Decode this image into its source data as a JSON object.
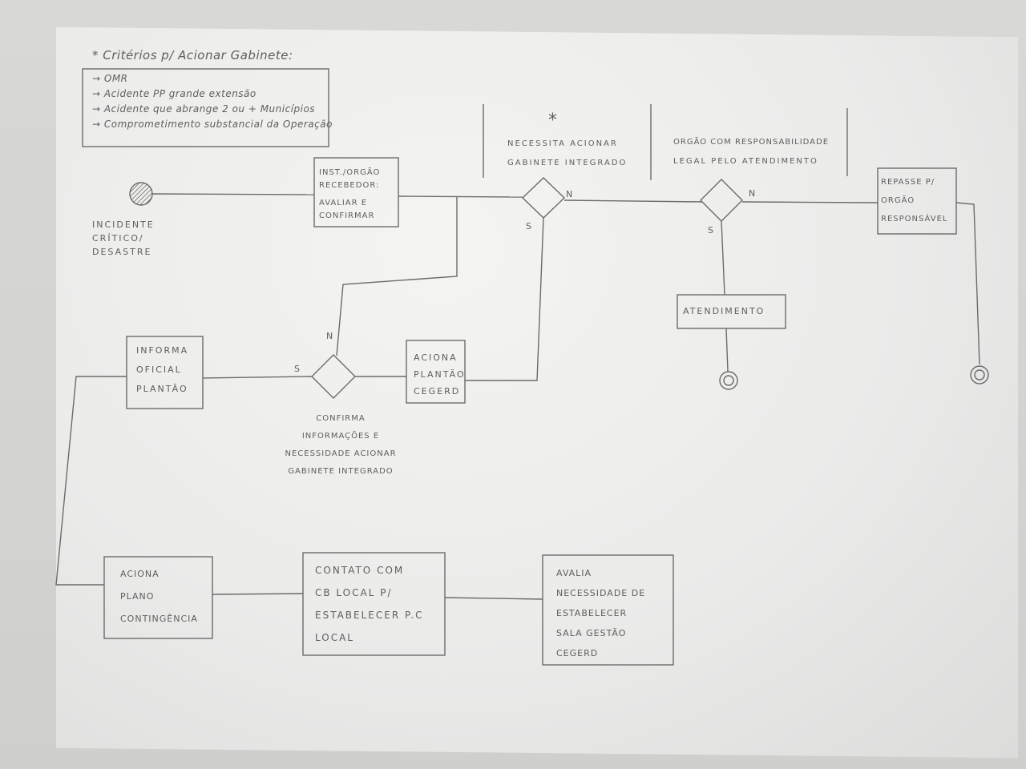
{
  "criteria": {
    "title": "* Critérios p/ Acionar Gabinete:",
    "items": [
      "→ OMR",
      "→ Acidente PP grande extensão",
      "→ Acidente que abrange 2 ou + Municípios",
      "→ Comprometimento substancial da Operação"
    ]
  },
  "start_label": [
    "INCIDENTE",
    "CRÍTICO/",
    "DESASTRE"
  ],
  "box_receiver": [
    "INST./ORGÃO",
    "RECEBEDOR:",
    "AVALIAR E",
    "CONFIRMAR"
  ],
  "header_gabinete": {
    "mark": "*",
    "lines": [
      "NECESSITA ACIONAR",
      "GABINETE INTEGRADO"
    ]
  },
  "header_orgao": [
    "ORGÃO COM RESPONSABILIDADE",
    "LEGAL PELO ATENDIMENTO"
  ],
  "box_repasse": [
    "REPASSE P/",
    "ORGÃO",
    "RESPONSÁVEL"
  ],
  "box_atendimento": "ATENDIMENTO",
  "box_aciona_plantao": [
    "ACIONA",
    "PLANTÃO",
    "CEGERD"
  ],
  "box_informa": [
    "INFORMA",
    "OFICIAL",
    "PLANTÃO"
  ],
  "decision_confirma": [
    "CONFIRMA",
    "INFORMAÇÕES E",
    "NECESSIDADE ACIONAR",
    "GABINETE INTEGRADO"
  ],
  "box_plano": [
    "ACIONA",
    "PLANO",
    "CONTINGÊNCIA"
  ],
  "box_contato": [
    "CONTATO COM",
    "CB LOCAL P/",
    "ESTABELECER P.C",
    "LOCAL"
  ],
  "box_avalia": [
    "AVALIA",
    "NECESSIDADE DE",
    "ESTABELECER",
    "SALA GESTÃO",
    "CEGERD"
  ],
  "branch_labels": {
    "yes": "S",
    "no": "N"
  }
}
